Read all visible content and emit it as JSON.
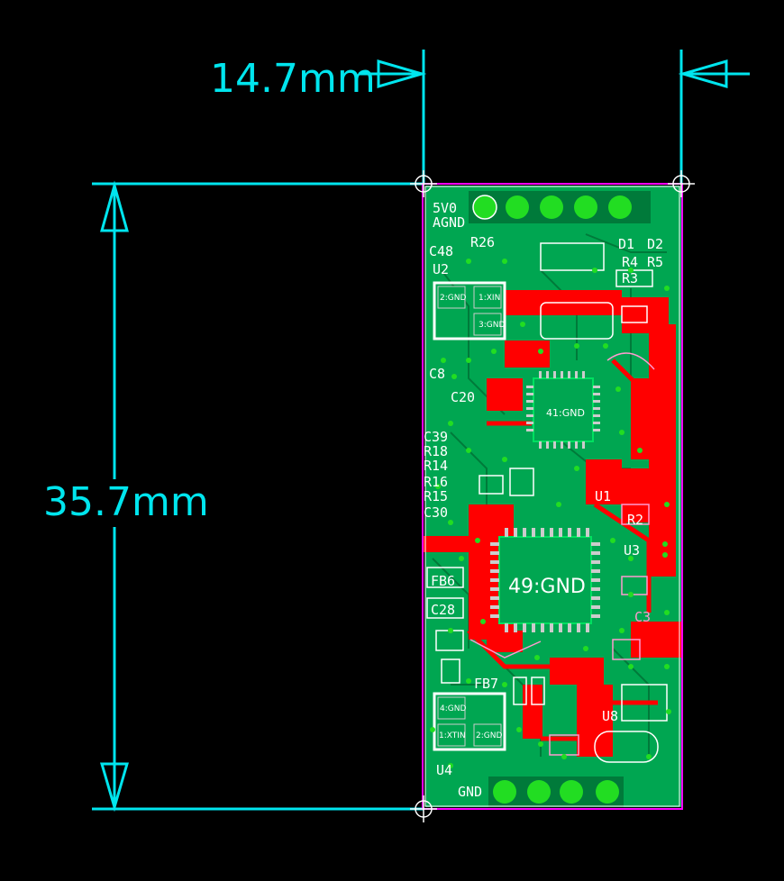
{
  "dimensions": {
    "width_label": "14.7mm",
    "height_label": "35.7mm"
  },
  "colors": {
    "dimension": "#00e5ee",
    "board_outline": "#ff00ff",
    "copper_top": "#ff0000",
    "ground_pour": "#00a651",
    "via": "#22dd22",
    "silkscreen": "#ffffff",
    "silkscreen_bottom": "#ff9bd0",
    "background": "#000000"
  },
  "components": {
    "chip_main_label": "49:GND",
    "chip_secondary_label": "41:GND",
    "u2_pad_a": "2:GND",
    "u2_pad_b": "1:XIN",
    "u2_pad_c": "3:GND",
    "u4_pad_a": "4:GND",
    "u4_pad_b": "1:XTIN",
    "u4_pad_c": "2:GND"
  },
  "silkscreen_labels": {
    "left": [
      "C48",
      "U2",
      "C8",
      "C20",
      "C39",
      "R18",
      "R14",
      "R16",
      "R15",
      "C30",
      "FB6",
      "C28",
      "FB7",
      "U4"
    ],
    "top": [
      "5V0",
      "AGND",
      "R26",
      "D1",
      "D2",
      "R4",
      "R5",
      "R3"
    ],
    "right": [
      "U1",
      "R2",
      "C3",
      "U3"
    ],
    "bottom": [
      "GND",
      "U8"
    ]
  }
}
